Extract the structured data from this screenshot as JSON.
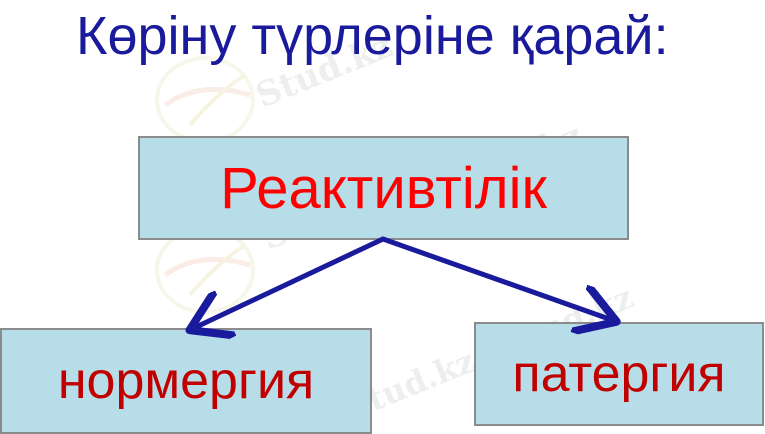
{
  "title": "Көріну түрлеріне қарай:",
  "diagram": {
    "root": {
      "label": "Реактивтілік",
      "box_color": "#b7dee8",
      "text_color": "#ff0000"
    },
    "children": [
      {
        "label": "нормергия",
        "box_color": "#b7dee8",
        "text_color": "#c00000"
      },
      {
        "label": "патергия",
        "box_color": "#b7dee8",
        "text_color": "#c00000"
      }
    ],
    "arrow_color": "#1a1a9c"
  },
  "watermark": {
    "text": "Stud.kz",
    "text_alt": "Stud.kz - Stud.kz"
  },
  "colors": {
    "title": "#1a1a9c",
    "background": "#ffffff"
  }
}
